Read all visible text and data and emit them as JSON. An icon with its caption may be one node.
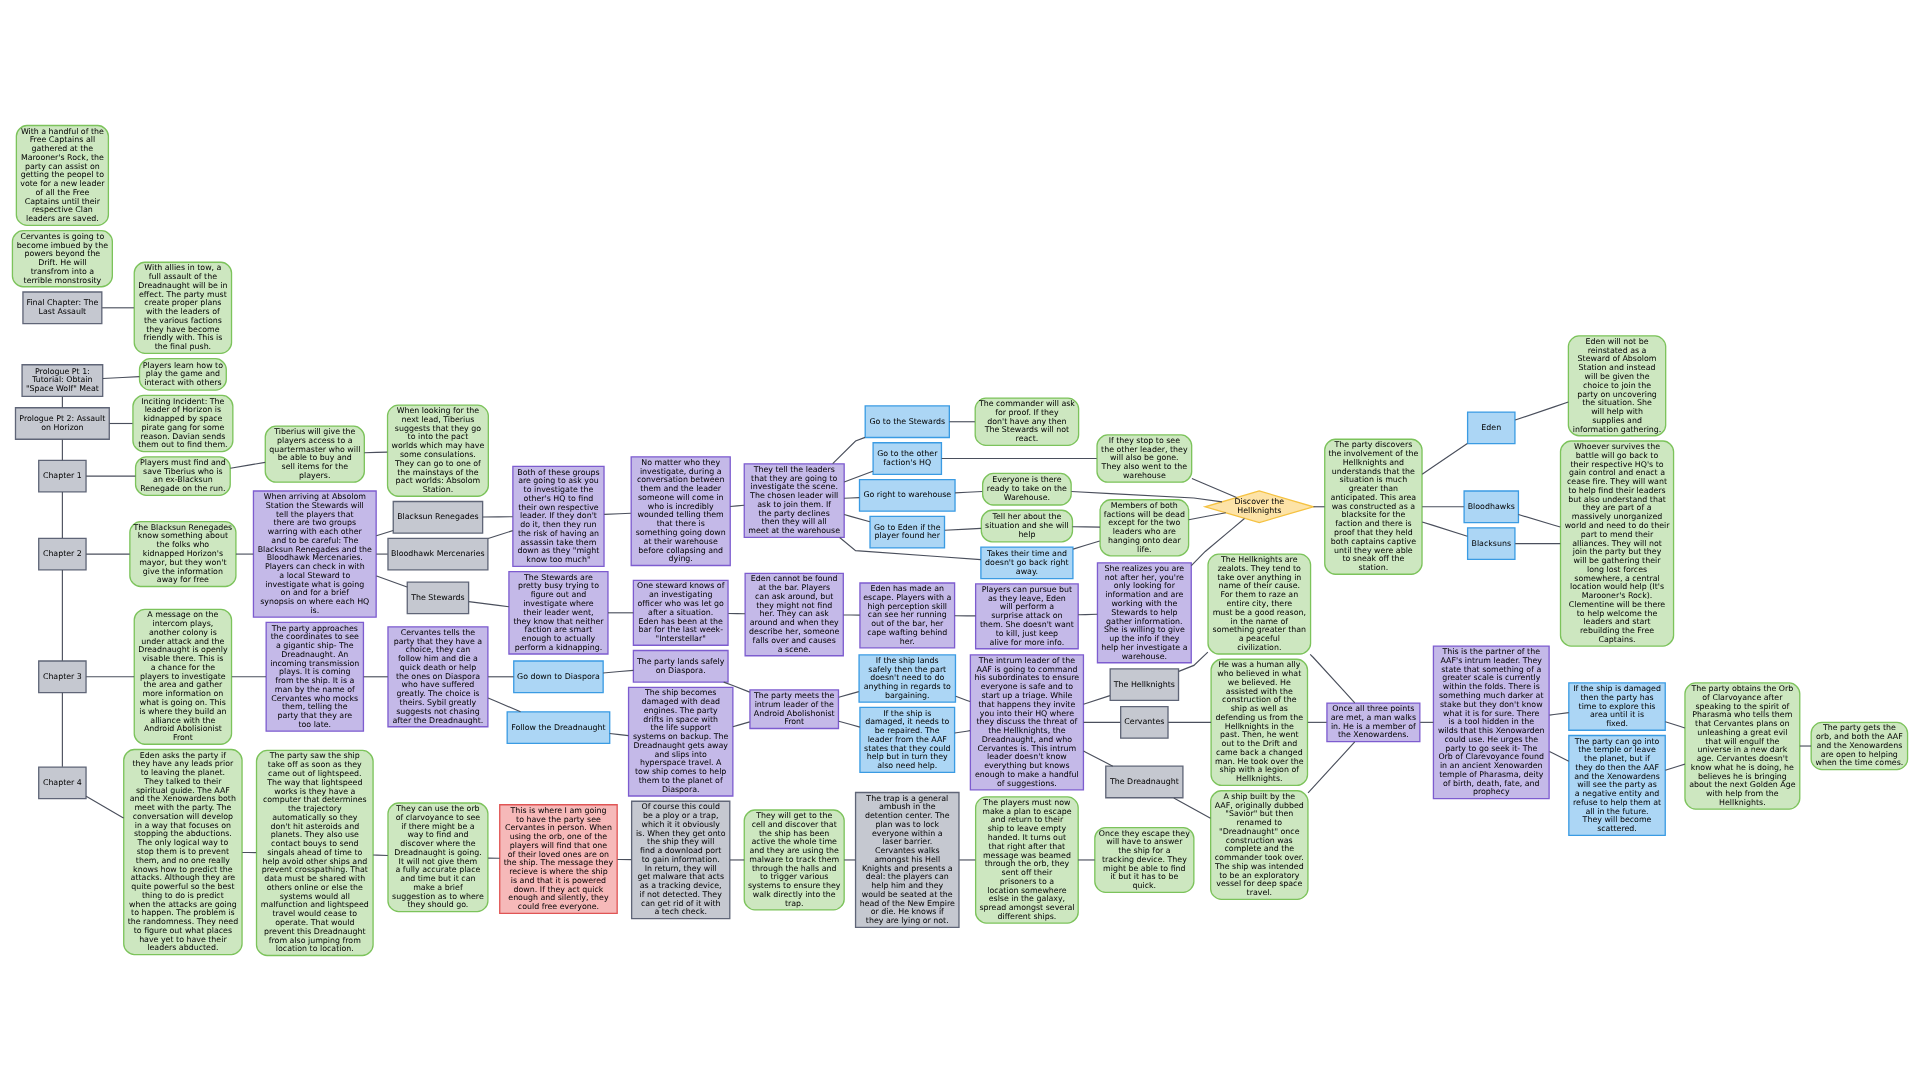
{
  "diagram": {
    "nodes": [
      {
        "text": [
          "Prologue Pt 1: Tutorial: Obtain \"Space Wolf\" Meat"
        ]
      },
      {
        "text": [
          "Players learn how to play the game and interact with others"
        ]
      },
      {
        "text": [
          "Prologue Pt 2: Assault on Horizon"
        ]
      },
      {
        "text": [
          "Inciting Incident: The leader of Horizon is kidnapped by space pirate gang for some reason. Davian sends them out to find them."
        ]
      },
      {
        "text": [
          "Chapter 1"
        ]
      },
      {
        "text": [
          "Players must find and save Tiberius who is an ex-Blacksun Renegade on the run."
        ]
      },
      {
        "text": [
          "Tiberius will give the players access to a quartermaster who will be able to buy and sell items for the players."
        ]
      },
      {
        "text": [
          "When looking for the next lead, Tiberius suggests that they go to into the pact worlds which may have some consulations. They can go to one of the mainstays of the pact worlds: Absolom Station."
        ]
      },
      {
        "text": [
          "Chapter 2"
        ]
      },
      {
        "text": [
          "The Blacksun Renegades know something about the folks who kidnapped Horizon's mayor, but they won't give the information away for free"
        ]
      },
      {
        "text": [
          "When arriving at Absolom Station the Stewards will tell the players that there are two groups warring with each other and to be careful: The Blacksun Renegades and the Bloodhawk Mercenaries. Players can check in with a local Steward to investigate what is going on and for a brief synopsis on where each HQ is."
        ]
      },
      {
        "text": [
          "Blacksun Renegades"
        ]
      },
      {
        "text": [
          "Bloodhawk Mercenaries"
        ]
      },
      {
        "text": [
          "The Stewards"
        ]
      },
      {
        "text": [
          "Both of these groups are going to ask you to investigate the other's HQ to find their own respective leader. If they don't do it, then they run the risk of having an assassin take them down as they \"might know too much\""
        ]
      },
      {
        "text": [
          "The Stewards are pretty busy trying to figure out and investigate where their leader went, they know that neither faction are smart enough to actually perform a kidnapping."
        ]
      },
      {
        "text": [
          "No matter who they investigate, during a conversation between them and the leader someone will come in who is incredibly wounded telling them that there is something going down at their warehouse before collapsing and dying."
        ]
      },
      {
        "text": [
          "They tell the leaders that they are going to investigate the scene. The chosen leader will ask to join them. If the party declines then they will all meet at the warehouse"
        ]
      },
      {
        "text": [
          "Takes their time and doesn't go back right away."
        ]
      },
      {
        "text": [
          "Go to the Stewards"
        ]
      },
      {
        "text": [
          "The commander will ask for proof. If they don't have any then The Stewards will not react."
        ]
      },
      {
        "text": [
          "Go to the other faction's HQ"
        ]
      },
      {
        "text": [
          "If they stop to see the other leader, they will also be gone. They also went to the warehouse"
        ]
      },
      {
        "text": [
          "Go right to warehouse"
        ]
      },
      {
        "text": [
          "Everyone is there ready to take on the Warehouse."
        ]
      },
      {
        "text": [
          "Go to Eden if the player found her"
        ]
      },
      {
        "text": [
          "Tell her about the situation and she will help"
        ]
      },
      {
        "text": [
          "Members of both factions will be dead except for the two leaders who are hanging onto dear life."
        ]
      },
      {
        "text": [
          "One steward knows of an investigating officer who was let go after a situation. Eden has been at the bar for the last week- \"Interstellar\""
        ]
      },
      {
        "text": [
          "Eden cannot be found at the bar. Players can ask around, but they might not find her. They can ask around and when they describe her, someone falls over and causes a scene."
        ]
      },
      {
        "text": [
          "Eden has made an escape. Players with a high perception skill can see her running out of the bar, her cape wafting behind her."
        ]
      },
      {
        "text": [
          "Players can pursue but as they leave, Eden will perform a surprise attack on them. She doesn't want to kill, just keep alive for more info."
        ]
      },
      {
        "text": [
          "She realizes you are not after her, you're only looking for information and are working with the Stewards to help gather information. She is willing to give up the info if they help her investigate a warehouse."
        ]
      },
      {
        "text": [
          "Discover the Hellknights"
        ]
      },
      {
        "text": [
          "The party discovers the involvement of the Hellknights and understands that the situation is much greater than anticipated. This area was constructed as a blacksite for the faction and there is proof that they held both captains captive until they were able to sneak off the station."
        ]
      },
      {
        "text": [
          "Bloodhawks"
        ]
      },
      {
        "text": [
          "Blacksuns"
        ]
      },
      {
        "text": [
          "Eden"
        ]
      },
      {
        "text": [
          "Whoever survives the battle will go back to their respective HQ's to gain control and enact a cease fire. They will want to help find their leaders but also understand that they are part of a massively unorganized world and need to do their part to mend their alliances. They will not join the party but they will be gathering their long lost forces somewhere, a central location would help (It's Marooner's Rock). Clementine will be there to help welcome the leaders and start rebuilding the Free Captains."
        ]
      },
      {
        "text": [
          "Eden will not be reinstated as a Steward of Absolom Station and instead will be given the choice to join the party on uncovering the situation. She will help with supplies and information gathering."
        ]
      },
      {
        "text": [
          "Chapter 3"
        ]
      },
      {
        "text": [
          "A message on the intercom plays, another colony is under attack and the Dreadnaught is openly visable there. This is a chance for the players to investigate the area and gather more information on what is going on. This is where they build an alliance with the Android Abolisionist Front"
        ]
      },
      {
        "text": [
          "The party approaches the coordinates to see a gigantic ship- The Dreadnaught. An incoming transmission plays. It is coming from the ship. It is a man by the name of Cervantes who mocks them, telling the party that they are too late."
        ]
      },
      {
        "text": [
          "Cervantes tells the party that they have a choice, they can follow him and die a quick death or help the ones on Diaspora who have suffered greatly. The choice is theirs. Sybil greatly suggests not chasing after the Dreadnaught."
        ]
      },
      {
        "text": [
          "Follow the Dreadnaught"
        ]
      },
      {
        "text": [
          "Go down to Diaspora"
        ]
      },
      {
        "text": [
          "The ship becomes damaged with dead engines. The party drifts in space with the life support systems on backup. The Dreadnaught gets away and slips into hyperspace travel. A tow ship comes to help them to the planet of Diaspora."
        ]
      },
      {
        "text": [
          "The party lands safely on Diaspora."
        ]
      },
      {
        "text": [
          "The party meets the intrum leader of the Android Abolishonist Front"
        ]
      },
      {
        "text": [
          "If the ship is damaged, it needs to be repaired. The leader from the AAF states that they could help but in turn they also need help."
        ]
      },
      {
        "text": [
          "If the ship lands safely then the part doesn't need to do anything in regards to bargaining."
        ]
      },
      {
        "text": [
          "The intrum leader of the AAF is going to command his subordinates to ensure everyone is safe and to start up a triage. While that happens they invite you into their HQ where they discuss the threat of the Hellknights, the Dreadnaught, and who Cervantes is. This intrum leader doesn't know everything but knows enough to make a handful of suggestions."
        ]
      },
      {
        "text": [
          "The Dreadnaught"
        ]
      },
      {
        "text": [
          "The Hellknights"
        ]
      },
      {
        "text": [
          "Cervantes"
        ]
      },
      {
        "text": [
          "A ship built by the AAF, originally dubbed \"Savior\" but then renamed to \"Dreadnaught\" once construction was complete and the commander took over. The ship was intended to be an exploratory vessel for deep space travel."
        ]
      },
      {
        "text": [
          "The Hellknights are zealots. They tend to take over anything in name of their cause. For them to raze an entire city, there must be a good reason, in the name of something greater than a peaceful civilization."
        ]
      },
      {
        "text": [
          "He was a human ally who believed in what we believed. He assisted with the construction of the ship as well as defending us from the Hellknights in the past. Then, he went out to the Drift and came back a changed man. He took over the ship with a legion of Hellknights."
        ]
      },
      {
        "text": [
          "Once all three points are met, a man walks in. He is a member of the Xenowardens."
        ]
      },
      {
        "text": [
          "This is the partner of the AAF's intrum leader. They state that something of a greater scale is currently within the folds. There is something much darker at stake but they don't know what it is for sure. There is a tool hidden in the wilds that this Xenowarden could use. He urges the party to go seek it- The Orb of Clarevoyance found in an ancient Xenowarden temple of Pharasma, deity of birth, death, fate, and prophecy"
        ]
      },
      {
        "text": [
          "If the ship is damaged then the party has time to explore this area until it is fixed."
        ]
      },
      {
        "text": [
          "The party can go into the temple or leave the planet, but if they do then the AAF and the Xenowardens will see the party as a negative entity and refuse to help them at all in the future. They will become scattered."
        ]
      },
      {
        "text": [
          "The party obtains the Orb of Clarvoyance after speaking to the spirit of Pharasma who tells them that Cervantes plans on unleashing a great evil that will engulf the universe in a new dark age. Cervantes doesn't know what he is doing, he believes he is bringing about the next Golden Age with help from the Hellknights."
        ]
      },
      {
        "text": [
          "The party gets the orb, and both the AAF and the Xenowardens are open to helping when the time comes."
        ]
      },
      {
        "text": [
          "Chapter 4"
        ]
      },
      {
        "text": [
          "Eden asks the party if they have any leads prior to leaving the planet. They talked to their spiritual guide. The AAF and the Xenowardens both meet with the party. The conversation will develop in a way that focuses on stopping the abductions. The only logical way to stop them is to prevent them, and no one really knows how to predict the attacks. Although they are quite powerful so the best thing to do is predict when the attacks are going to happen. The problem is the randomness. They need to figure out what places have yet to have their leaders abducted."
        ]
      },
      {
        "text": [
          "The party saw the ship take off as soon as they came out of lightspeed. The way that lightspeed works is they have a computer that determines the trajectory automatically so they don't hit asteroids and planets. They also use contact bouys to send singals ahead of time to help avoid other ships and prevent crosspathing. That data must be shared with others online or else the systems would all malfunction and lightspeed travel would cease to operate. That would prevent this Dreadnaught from also jumping from location to location."
        ]
      },
      {
        "text": [
          "They can use the orb of clarvoyance to see if there might be a way to find and discover where the Dreadnaught is going. It will not give them a fully accurate place and time but it can make a brief suggestion as to where they should go."
        ]
      },
      {
        "text": [
          "This is where I am going to have the party see Cervantes in person. When using the orb, one of the players will find that one of their loved ones are on the ship. The message they recieve is where the ship is and that it is powered down. If they act quick enough and silently, they could free everyone."
        ]
      },
      {
        "text": [
          "Of course this could be a ploy or a trap, which it it obviously is. When they get onto the ship they will find a download port to gain information. In return, they will get malware that acts as a tracking device, if not detected. They can get rid of it with a tech check."
        ]
      },
      {
        "text": [
          "They will get to the cell and discover that the ship has been active the whole time and they are using the malware to track them through the halls and to trigger various systems to ensure they walk directly into the trap."
        ]
      },
      {
        "text": [
          "The trap is a general ambush in the detention center. The plan was to lock everyone within a laser barrier. Cervantes walks amongst his Hell Knights and presents a deal: the players can help him and they would be seated at the head of the New Empire or die. He knows if they are lying or not."
        ]
      },
      {
        "text": [
          "The players must now make a plan to escape and return to their ship to leave empty handed. It turns out that right after that message was beamed through the orb, they sent off their prisoners to a location somewhere eslse in the galaxy, spread amongst several different ships."
        ]
      },
      {
        "text": [
          "Once they escape they will have to answer the ship for a tracking device. They might be able to find it but it has to be quick."
        ]
      },
      {
        "text": [
          "Final Chapter: The Last Assault"
        ]
      },
      {
        "text": [
          "With allies in tow, a full assault of the Dreadnaught will be in effect. The party must create proper plans with the leaders of the various factions they have become friendly with. This is the final push."
        ]
      },
      {
        "text": [
          "Cervantes is going to become imbued by the powers beyond the Drift. He will transfrom into a terrible monstrosity"
        ]
      },
      {
        "text": [
          "With a handful of the Free Captains all gathered at the Marooner's Rock, the party can assist on getting the peopel to vote for a new leader of all the Free Captains until their respective Clan leaders are saved."
        ]
      }
    ],
    "edges": [
      {
        "from": 0,
        "to": 2,
        "arrow": "none"
      },
      {
        "from": 2,
        "to": 4,
        "arrow": "none"
      },
      {
        "from": 4,
        "to": 8,
        "arrow": "none"
      },
      {
        "from": 8,
        "to": 40,
        "arrow": "none"
      },
      {
        "from": 40,
        "to": 64,
        "arrow": "none"
      },
      {
        "from": 0,
        "to": 1,
        "arrow": "none"
      },
      {
        "from": 2,
        "to": 3,
        "arrow": "none"
      },
      {
        "from": 4,
        "to": 5,
        "arrow": "none"
      },
      {
        "from": 5,
        "to": 6,
        "arrow": "none"
      },
      {
        "from": 6,
        "to": 7,
        "arrow": "none"
      },
      {
        "from": 8,
        "to": 9,
        "arrow": "none"
      },
      {
        "from": 9,
        "to": 10,
        "arrow": "none"
      },
      {
        "from": 10,
        "to": 11,
        "arrow": "none"
      },
      {
        "from": 10,
        "to": 12,
        "arrow": "none"
      },
      {
        "from": 10,
        "to": 13,
        "arrow": "none"
      },
      {
        "from": 11,
        "to": 14,
        "arrow": "none"
      },
      {
        "from": 12,
        "to": 14,
        "arrow": "none"
      },
      {
        "from": 13,
        "to": 15,
        "arrow": "none"
      },
      {
        "from": 14,
        "to": 16,
        "arrow": "none"
      },
      {
        "from": 16,
        "to": 17,
        "arrow": "none"
      },
      {
        "from": 17,
        "to": 18,
        "arrow": "none"
      },
      {
        "from": 17,
        "to": 19,
        "arrow": "none"
      },
      {
        "from": 17,
        "to": 21,
        "arrow": "none"
      },
      {
        "from": 17,
        "to": 23,
        "arrow": "none"
      },
      {
        "from": 17,
        "to": 25,
        "arrow": "none"
      },
      {
        "from": 19,
        "to": 20,
        "arrow": "none"
      },
      {
        "from": 21,
        "to": 22,
        "arrow": "none"
      },
      {
        "from": 23,
        "to": 24,
        "arrow": "none"
      },
      {
        "from": 25,
        "to": 26,
        "arrow": "none"
      },
      {
        "from": 26,
        "to": 27,
        "arrow": "none"
      },
      {
        "from": 18,
        "to": 27,
        "arrow": "none"
      },
      {
        "from": 15,
        "to": 28,
        "arrow": "none"
      },
      {
        "from": 28,
        "to": 29,
        "arrow": "none"
      },
      {
        "from": 29,
        "to": 30,
        "arrow": "none"
      },
      {
        "from": 30,
        "to": 31,
        "arrow": "none"
      },
      {
        "from": 31,
        "to": 32,
        "arrow": "none"
      },
      {
        "from": 22,
        "to": 33,
        "arrow": "none"
      },
      {
        "from": 24,
        "to": 33,
        "arrow": "none"
      },
      {
        "from": 27,
        "to": 33,
        "arrow": "none"
      },
      {
        "from": 32,
        "to": 33,
        "arrow": "none"
      },
      {
        "from": 33,
        "to": 34,
        "arrow": "none"
      },
      {
        "from": 34,
        "to": 35,
        "arrow": "none"
      },
      {
        "from": 34,
        "to": 36,
        "arrow": "none"
      },
      {
        "from": 34,
        "to": 37,
        "arrow": "none"
      },
      {
        "from": 35,
        "to": 38,
        "arrow": "none"
      },
      {
        "from": 36,
        "to": 38,
        "arrow": "none"
      },
      {
        "from": 37,
        "to": 39,
        "arrow": "none"
      },
      {
        "from": 40,
        "to": 41,
        "arrow": "none"
      },
      {
        "from": 41,
        "to": 42,
        "arrow": "none"
      },
      {
        "from": 42,
        "to": 43,
        "arrow": "none"
      },
      {
        "from": 43,
        "to": 44,
        "arrow": "none"
      },
      {
        "from": 43,
        "to": 45,
        "arrow": "none"
      },
      {
        "from": 44,
        "to": 46,
        "arrow": "none"
      },
      {
        "from": 45,
        "to": 47,
        "arrow": "none"
      },
      {
        "from": 46,
        "to": 48,
        "arrow": "none"
      },
      {
        "from": 47,
        "to": 48,
        "arrow": "none"
      },
      {
        "from": 48,
        "to": 49,
        "arrow": "none"
      },
      {
        "from": 48,
        "to": 50,
        "arrow": "none"
      },
      {
        "from": 49,
        "to": 51,
        "arrow": "none"
      },
      {
        "from": 50,
        "to": 51,
        "arrow": "none"
      },
      {
        "from": 51,
        "to": 52,
        "arrow": "none"
      },
      {
        "from": 51,
        "to": 53,
        "arrow": "none"
      },
      {
        "from": 51,
        "to": 54,
        "arrow": "none"
      },
      {
        "from": 52,
        "to": 55,
        "arrow": "none"
      },
      {
        "from": 53,
        "to": 56,
        "arrow": "none"
      },
      {
        "from": 54,
        "to": 57,
        "arrow": "none"
      },
      {
        "from": 55,
        "to": 58,
        "arrow": "none"
      },
      {
        "from": 56,
        "to": 58,
        "arrow": "none"
      },
      {
        "from": 57,
        "to": 58,
        "arrow": "none"
      },
      {
        "from": 58,
        "to": 59,
        "arrow": "none"
      },
      {
        "from": 59,
        "to": 60,
        "arrow": "none"
      },
      {
        "from": 59,
        "to": 61,
        "arrow": "none"
      },
      {
        "from": 60,
        "to": 62,
        "arrow": "none"
      },
      {
        "from": 61,
        "to": 62,
        "arrow": "none"
      },
      {
        "from": 62,
        "to": 63,
        "arrow": "none"
      },
      {
        "from": 64,
        "to": 65,
        "arrow": "none"
      },
      {
        "from": 65,
        "to": 66,
        "arrow": "none"
      },
      {
        "from": 66,
        "to": 67,
        "arrow": "none"
      },
      {
        "from": 67,
        "to": 68,
        "arrow": "none"
      },
      {
        "from": 68,
        "to": 69,
        "arrow": "none"
      },
      {
        "from": 69,
        "to": 70,
        "arrow": "none"
      },
      {
        "from": 70,
        "to": 71,
        "arrow": "none"
      },
      {
        "from": 71,
        "to": 72,
        "arrow": "none"
      },
      {
        "from": 72,
        "to": 73,
        "arrow": "none"
      },
      {
        "from": 74,
        "to": 75,
        "arrow": "none"
      }
    ]
  }
}
